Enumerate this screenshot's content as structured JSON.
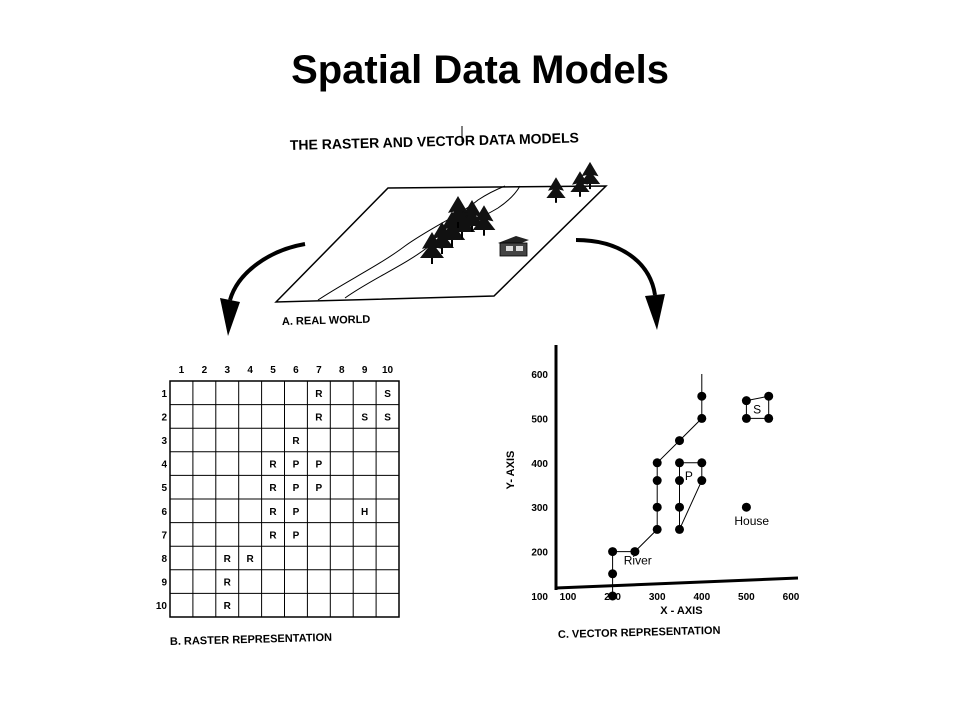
{
  "title": "Spatial Data Models",
  "figure_heading": "THE RASTER AND VECTOR DATA MODELS",
  "real_world": {
    "caption": "A.  REAL WORLD"
  },
  "raster": {
    "caption": "B.  RASTER REPRESENTATION",
    "columns": [
      "1",
      "2",
      "3",
      "4",
      "5",
      "6",
      "7",
      "8",
      "9",
      "10"
    ],
    "rows": [
      "1",
      "2",
      "3",
      "4",
      "5",
      "6",
      "7",
      "8",
      "9",
      "10"
    ],
    "cells": [
      {
        "row": 1,
        "col": 7,
        "v": "R"
      },
      {
        "row": 1,
        "col": 10,
        "v": "S"
      },
      {
        "row": 2,
        "col": 7,
        "v": "R"
      },
      {
        "row": 2,
        "col": 9,
        "v": "S"
      },
      {
        "row": 2,
        "col": 10,
        "v": "S"
      },
      {
        "row": 3,
        "col": 6,
        "v": "R"
      },
      {
        "row": 4,
        "col": 5,
        "v": "R"
      },
      {
        "row": 4,
        "col": 6,
        "v": "P"
      },
      {
        "row": 4,
        "col": 7,
        "v": "P"
      },
      {
        "row": 5,
        "col": 5,
        "v": "R"
      },
      {
        "row": 5,
        "col": 6,
        "v": "P"
      },
      {
        "row": 5,
        "col": 7,
        "v": "P"
      },
      {
        "row": 6,
        "col": 5,
        "v": "R"
      },
      {
        "row": 6,
        "col": 6,
        "v": "P"
      },
      {
        "row": 6,
        "col": 9,
        "v": "H"
      },
      {
        "row": 7,
        "col": 5,
        "v": "R"
      },
      {
        "row": 7,
        "col": 6,
        "v": "P"
      },
      {
        "row": 8,
        "col": 3,
        "v": "R"
      },
      {
        "row": 8,
        "col": 4,
        "v": "R"
      },
      {
        "row": 9,
        "col": 3,
        "v": "R"
      },
      {
        "row": 10,
        "col": 3,
        "v": "R"
      }
    ]
  },
  "vector": {
    "caption": "C.  VECTOR REPRESENTATION",
    "xlabel": "X - AXIS",
    "ylabel": "Y- AXIS",
    "xticks": [
      "100",
      "200",
      "300",
      "400",
      "500",
      "600"
    ],
    "yticks": [
      "100",
      "200",
      "300",
      "400",
      "500",
      "600"
    ],
    "river_label": "River",
    "polygon_label": "P",
    "square_label": "S",
    "house_label": "House",
    "river_points": [
      [
        200,
        100
      ],
      [
        200,
        150
      ],
      [
        200,
        200
      ],
      [
        250,
        200
      ],
      [
        300,
        250
      ],
      [
        300,
        300
      ],
      [
        300,
        360
      ],
      [
        300,
        400
      ],
      [
        350,
        450
      ],
      [
        400,
        500
      ],
      [
        400,
        550
      ],
      [
        400,
        600
      ]
    ],
    "polygon_points": [
      [
        350,
        400
      ],
      [
        400,
        400
      ],
      [
        400,
        360
      ],
      [
        350,
        250
      ],
      [
        350,
        300
      ],
      [
        350,
        360
      ]
    ],
    "square_points": [
      [
        500,
        540
      ],
      [
        550,
        550
      ],
      [
        550,
        500
      ],
      [
        500,
        500
      ]
    ],
    "house_point": [
      500,
      300
    ]
  }
}
